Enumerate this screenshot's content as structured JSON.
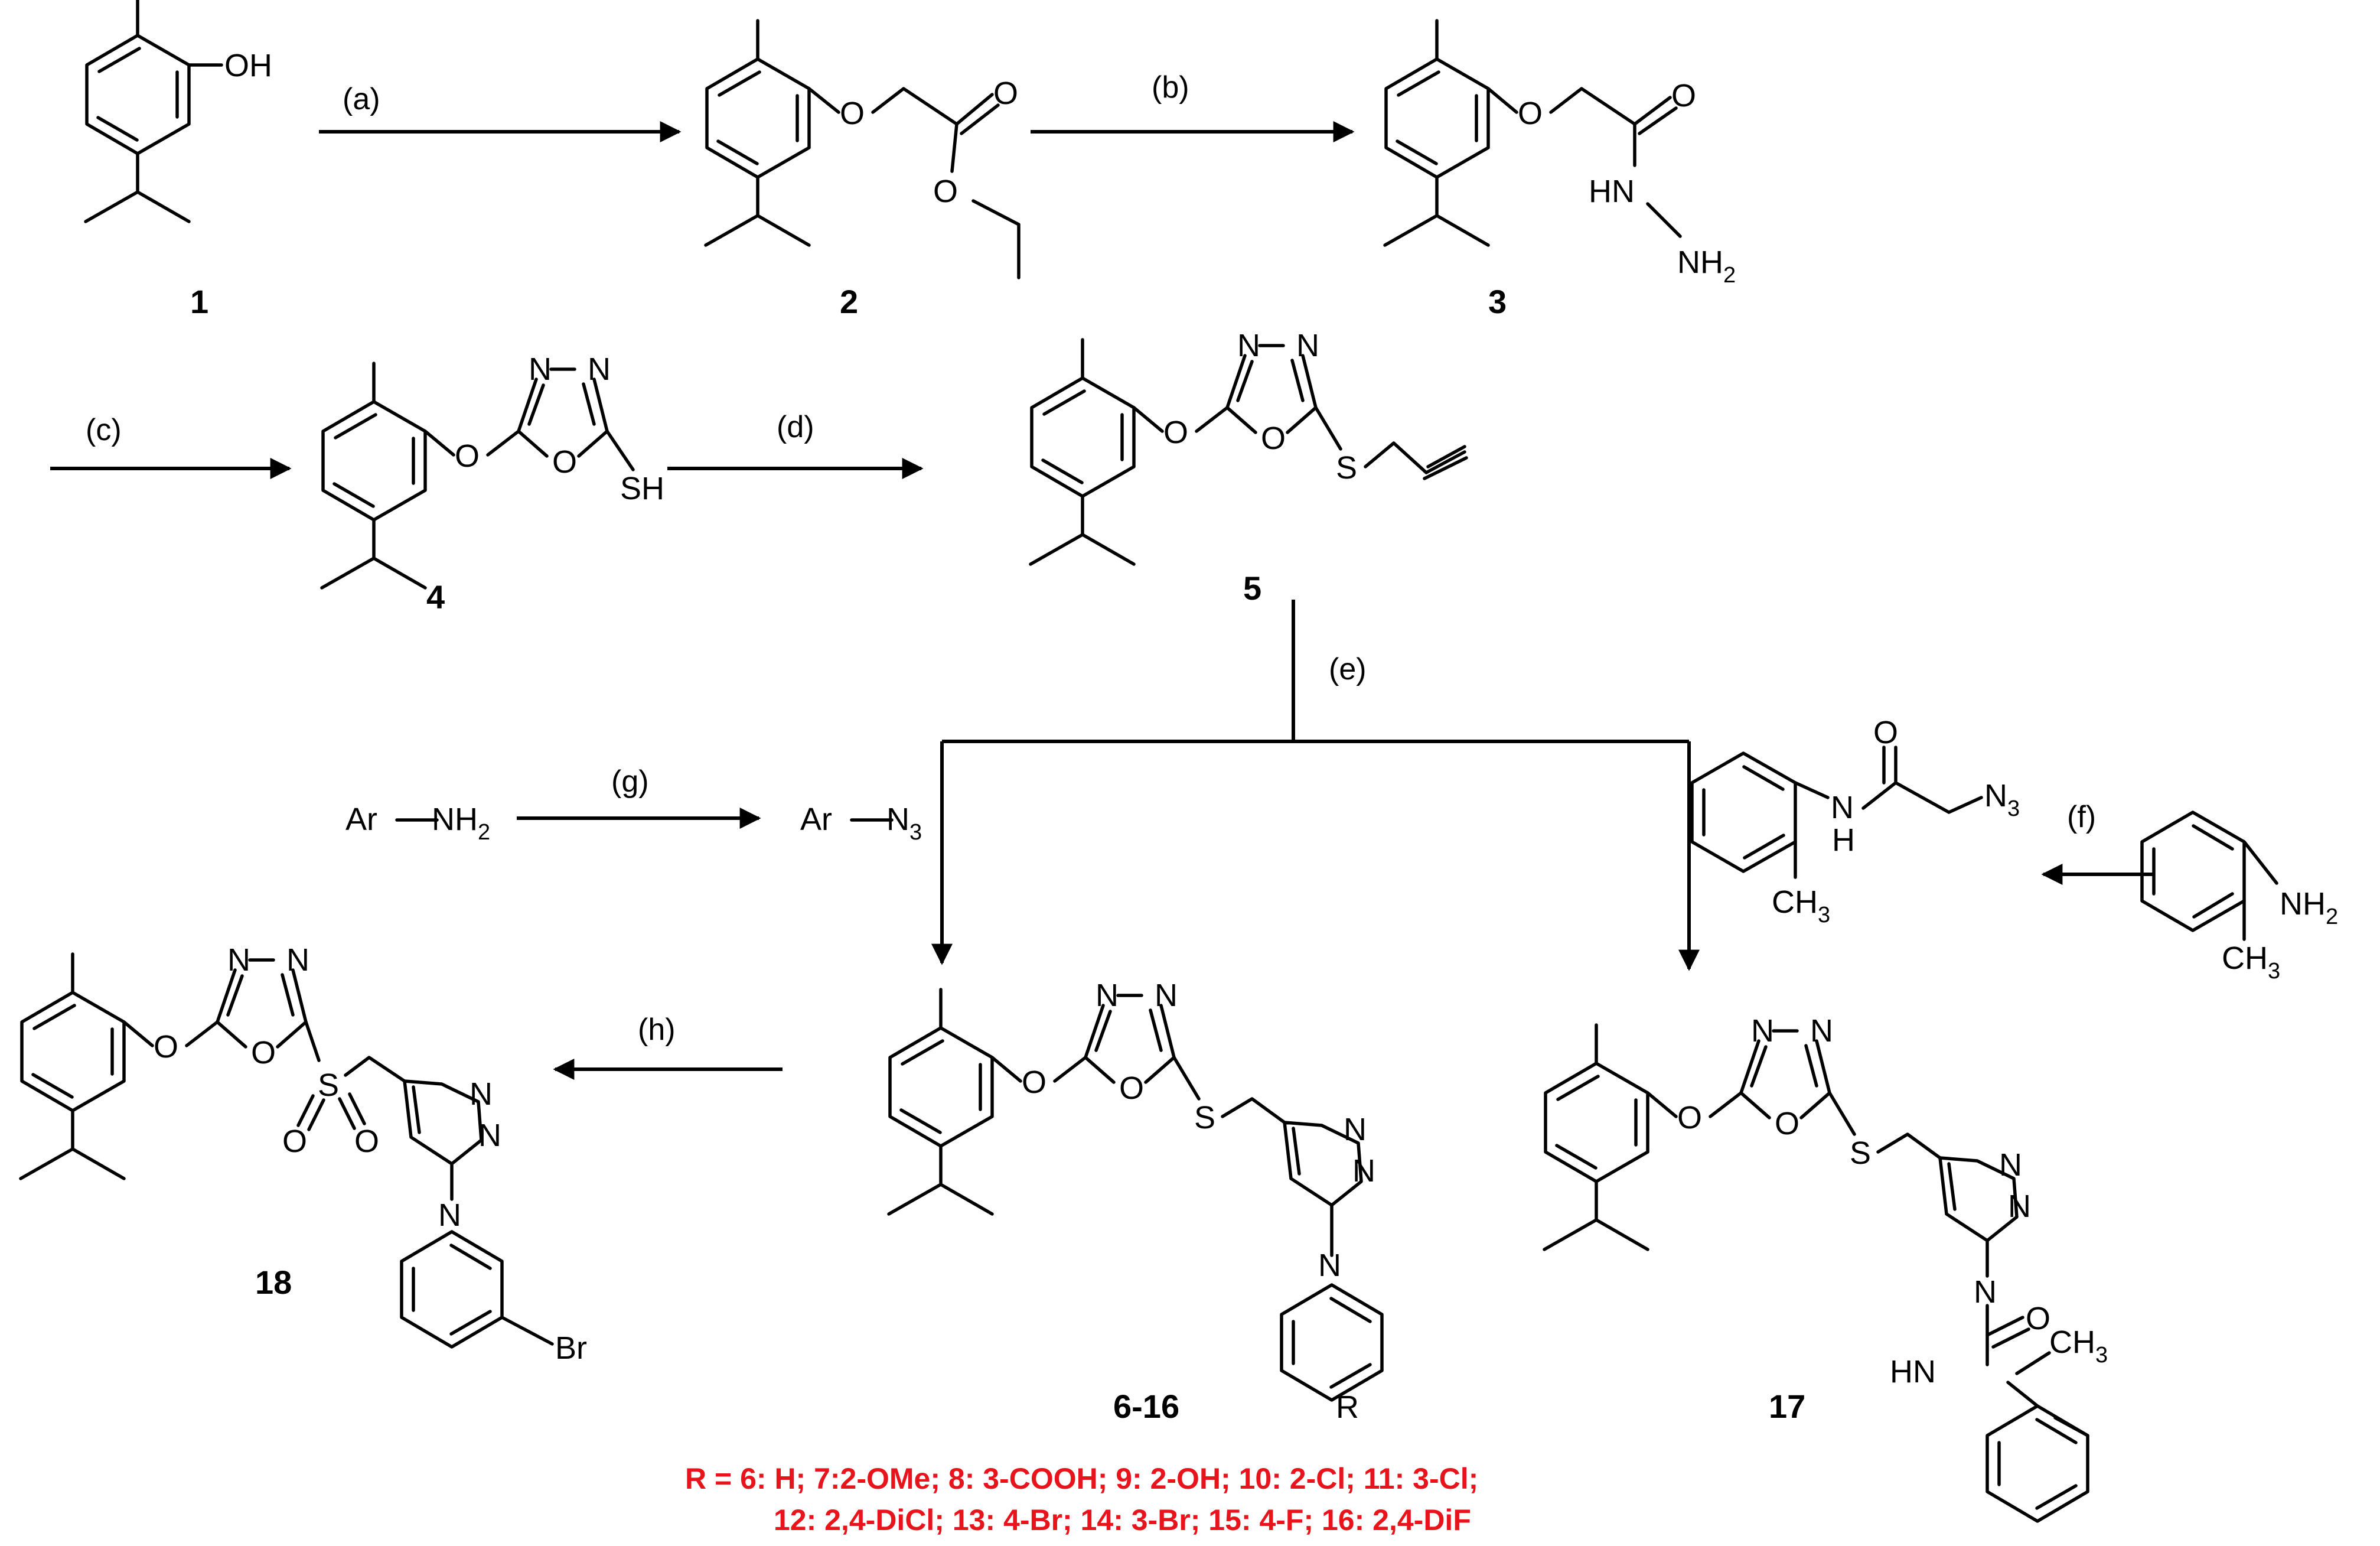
{
  "steps": {
    "a": "(a)",
    "b": "(b)",
    "c": "(c)",
    "d": "(d)",
    "e": "(e)",
    "f": "(f)",
    "g": "(g)",
    "h": "(h)"
  },
  "compounds": {
    "c1": "1",
    "c2": "2",
    "c3": "3",
    "c4": "4",
    "c5": "5",
    "c6_16": "6-16",
    "c17": "17",
    "c18": "18"
  },
  "atoms": {
    "oh": "OH",
    "o": "O",
    "hn": "HN",
    "n": "N",
    "nh": "NH",
    "h": "H",
    "s": "S",
    "sh": "SH",
    "ar": "Ar",
    "ch": "CH",
    "br": "Br",
    "r": "R",
    "three": "3",
    "two": "2"
  },
  "r_groups": {
    "line1": "R =  6: H; 7:2-OMe; 8: 3-COOH; 9: 2-OH; 10: 2-Cl; 11: 3-Cl;",
    "line2": "12: 2,4-DiCl; 13: 4-Br; 14: 3-Br; 15: 4-F; 16: 2,4-DiF"
  },
  "colors": {
    "bonds": "#000000",
    "r_group_note": "#e8141b"
  }
}
